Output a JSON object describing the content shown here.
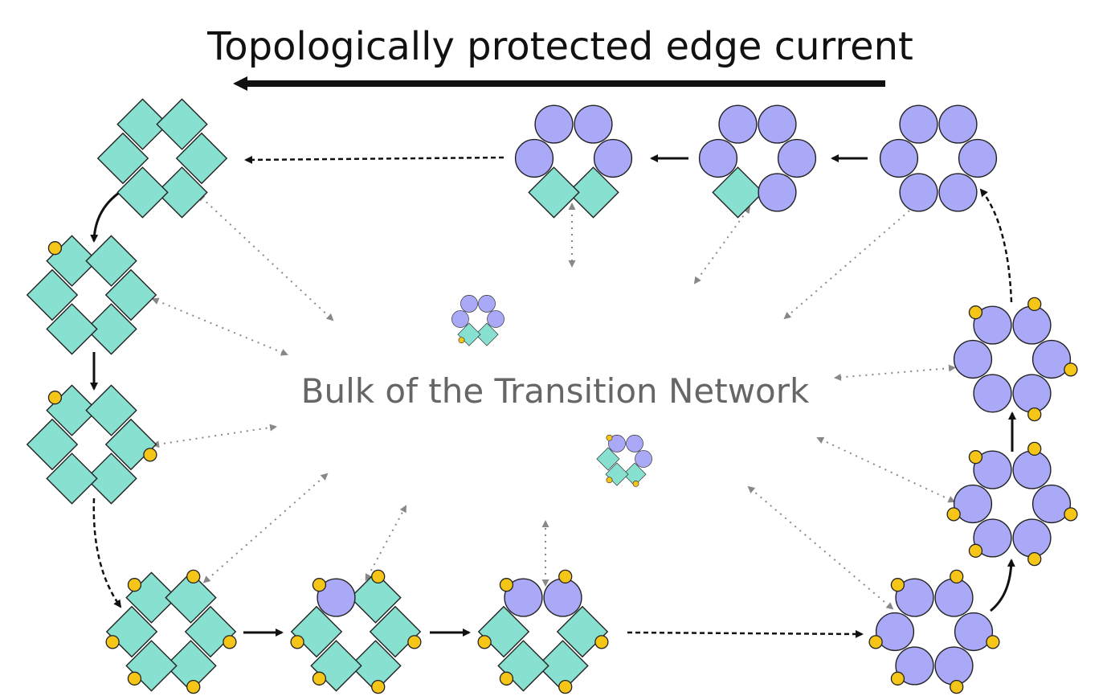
{
  "title": "Topologically protected edge current",
  "center_label": "Bulk of the Transition Network",
  "colors": {
    "square_fill": "#88e0d0",
    "circle_fill": "#a9a9f8",
    "ligand_fill": "#f5c518",
    "outline": "#222222",
    "arrow_solid": "#111111",
    "arrow_bulk": "#888888",
    "text_title": "#111111",
    "text_bulk": "#666666"
  },
  "clusters": [
    {
      "id": "tl-squares",
      "units": "SSSSSS",
      "ligands": ""
    },
    {
      "id": "left-2",
      "units": "SSSSSS",
      "ligands": "1"
    },
    {
      "id": "left-3",
      "units": "SSSSSS",
      "ligands": "13"
    },
    {
      "id": "bottom-1",
      "units": "SSSSSS",
      "ligands": "123456"
    },
    {
      "id": "bottom-2",
      "units": "CSSSSS",
      "ligands": "123456"
    },
    {
      "id": "bottom-3",
      "units": "CCSSSS",
      "ligands": "123456"
    },
    {
      "id": "bottom-right",
      "units": "CCCCCC",
      "ligands": "123456"
    },
    {
      "id": "right-3",
      "units": "CCCCCC",
      "ligands": "123456"
    },
    {
      "id": "right-2",
      "units": "CCCCCC",
      "ligands": "1234"
    },
    {
      "id": "top-right",
      "units": "CCCCCC",
      "ligands": ""
    },
    {
      "id": "top-2",
      "units": "CCCCSC",
      "ligands": ""
    },
    {
      "id": "top-3",
      "units": "CCCSSC",
      "ligands": ""
    },
    {
      "id": "bulk-1",
      "units": "CCCSSC",
      "ligands": "5"
    },
    {
      "id": "bulk-2",
      "units": "CCCSSS",
      "ligands": "145"
    }
  ]
}
